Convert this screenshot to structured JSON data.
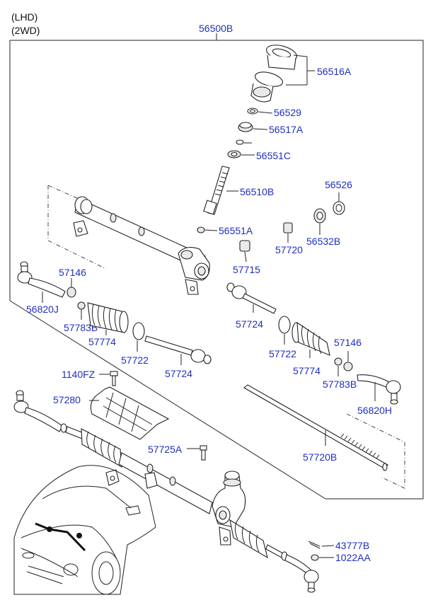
{
  "header": {
    "line1": "(LHD)",
    "line2": "(2WD)"
  },
  "assembly_label": "56500B",
  "labels": {
    "p56516A": "56516A",
    "p56529": "56529",
    "p56517A": "56517A",
    "p56551C": "56551C",
    "p56510B": "56510B",
    "p56526": "56526",
    "p56532B": "56532B",
    "p56551A": "56551A",
    "p57720": "57720",
    "p57715": "57715",
    "p57146_l": "57146",
    "p56820J": "56820J",
    "p57783B_l": "57783B",
    "p57774_l": "57774",
    "p57722_l": "57722",
    "p57724_l": "57724",
    "p57724_r": "57724",
    "p57722_r": "57722",
    "p57146_r": "57146",
    "p57774_r": "57774",
    "p57783B_r": "57783B",
    "p56820H": "56820H",
    "p1140FZ": "1140FZ",
    "p57280": "57280",
    "p57725A": "57725A",
    "p57720B": "57720B",
    "p43777B": "43777B",
    "p1022AA": "1022AA"
  },
  "colors": {
    "label": "#1f2fbf",
    "line": "#222222",
    "background": "#ffffff"
  }
}
